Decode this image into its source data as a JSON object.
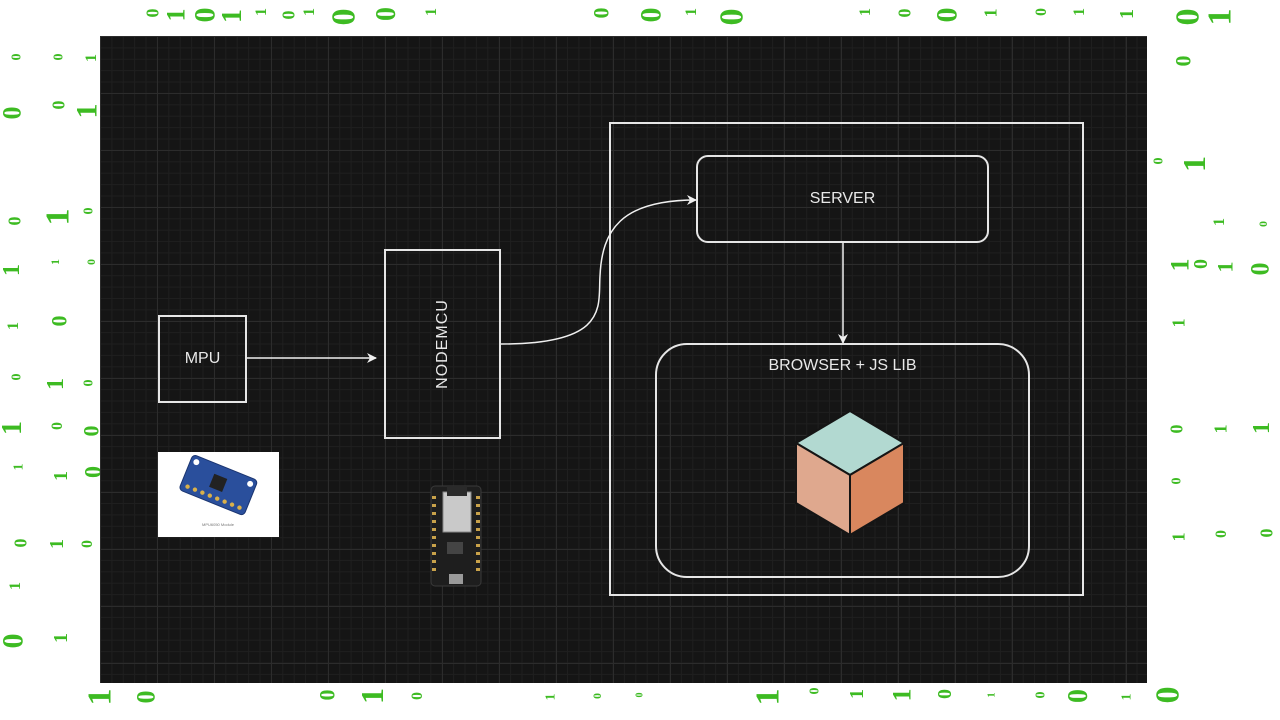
{
  "diagram": {
    "nodes": {
      "mpu": {
        "label": "MPU"
      },
      "nodemcu": {
        "label": "NODEMCU"
      },
      "server": {
        "label": "SERVER"
      },
      "browser": {
        "label": "BROWSER + JS LIB"
      }
    },
    "edges": [
      {
        "from": "mpu",
        "to": "nodemcu"
      },
      {
        "from": "nodemcu",
        "to": "server"
      },
      {
        "from": "server",
        "to": "browser"
      }
    ],
    "images": {
      "mpu_module": {
        "icon": "mpu-sensor-board-image",
        "caption": "MPU6050 Module"
      },
      "nodemcu_board": {
        "icon": "nodemcu-board-image"
      },
      "js_lib_logo": {
        "icon": "cube-icon",
        "colors": {
          "top": "#b2d9d1",
          "left": "#dfa88e",
          "right": "#d9875e"
        }
      }
    }
  },
  "background": {
    "binary_digits": [
      "0",
      "1",
      "0",
      "1",
      "1",
      "0",
      "1",
      "0",
      "0",
      "1",
      "0",
      "0",
      "1",
      "0",
      "1",
      "0",
      "0",
      "1",
      "0",
      "1",
      "1",
      "0",
      "1",
      "0",
      "0",
      "1",
      "0",
      "0",
      "1",
      "0",
      "1",
      "0",
      "1",
      "1",
      "0",
      "1",
      "0",
      "0",
      "1",
      "0",
      "1",
      "0",
      "0",
      "1",
      "1",
      "0",
      "0",
      "1",
      "0",
      "1",
      "0",
      "1",
      "0",
      "0",
      "1",
      "1",
      "0",
      "1",
      "0",
      "1"
    ],
    "digit_color": "#3dbb22"
  },
  "colors": {
    "canvas": "#151515",
    "stroke": "#e6e6e6",
    "text": "#e8e8e8"
  }
}
